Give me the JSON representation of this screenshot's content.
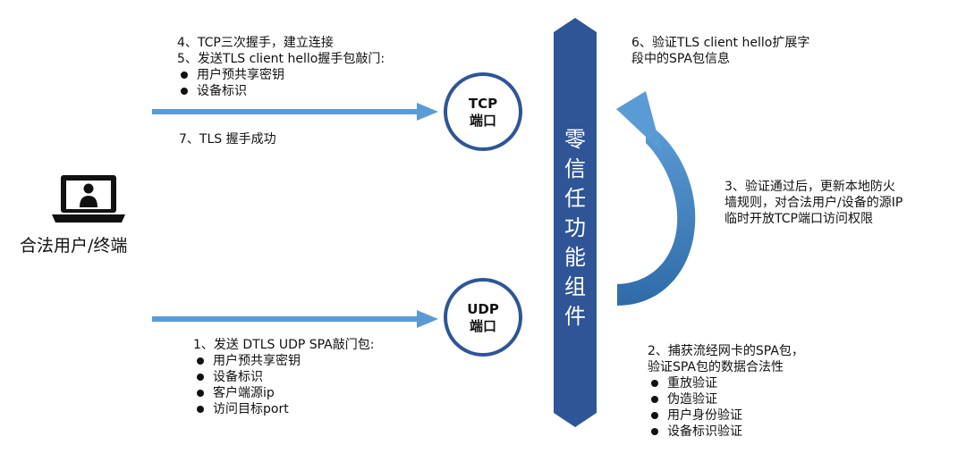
{
  "colors": {
    "pillar": "#2f5597",
    "arrow": "#5b9bd5",
    "circle_border": "#2f5597",
    "text": "#111111"
  },
  "user": {
    "label": "合法用户/终端",
    "icon": "laptop-user-icon"
  },
  "ports": {
    "tcp": {
      "line1": "TCP",
      "line2": "端口"
    },
    "udp": {
      "line1": "UDP",
      "line2": "端口"
    }
  },
  "pillar": {
    "chars": [
      "零",
      "信",
      "任",
      "功",
      "能",
      "组",
      "件"
    ]
  },
  "steps": {
    "step4": "4、TCP三次握手，建立连接",
    "step5": {
      "title": "5、发送TLS client hello握手包敲门:",
      "items": [
        "用户预共享密钥",
        "设备标识"
      ]
    },
    "step7": "7、TLS 握手成功",
    "step1": {
      "title": "1、发送 DTLS UDP SPA敲门包:",
      "items": [
        "用户预共享密钥",
        "设备标识",
        "客户端源ip",
        "访问目标port"
      ]
    },
    "step6": {
      "line1": "6、验证TLS client hello扩展字",
      "line2": "段中的SPA包信息"
    },
    "step3": {
      "line1": "3、验证通过后，更新本地防火",
      "line2": "墙规则，对合法用户/设备的源IP",
      "line3": "临时开放TCP端口访问权限"
    },
    "step2": {
      "line1": "2、捕获流经网卡的SPA包，",
      "line2": "验证SPA包的数据合法性",
      "items": [
        "重放验证",
        "伪造验证",
        "用户身份验证",
        "设备标识验证"
      ]
    }
  }
}
